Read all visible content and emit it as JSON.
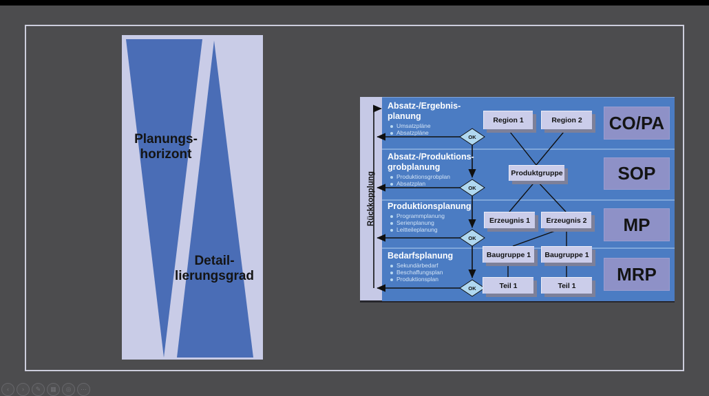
{
  "slide": {
    "funnel": {
      "planning_horizon_label": "Planungs-\nhorizont",
      "detail_level_label": "Detail-\nlierungsgrad"
    },
    "flowchart": {
      "feedback_label": "Rückkopplung",
      "ok_label": "OK",
      "sections": [
        {
          "title": "Absatz-/Ergebnis-\nplanung",
          "bullets": [
            "Umsatzpläne",
            "Absatzpläne"
          ],
          "system": "CO/PA"
        },
        {
          "title": "Absatz-/Produktions-\ngrobplanung",
          "bullets": [
            "Produktionsgrobplan",
            "Absatzplan"
          ],
          "system": "SOP"
        },
        {
          "title": "Produktionsplanung",
          "bullets": [
            "Programmplanung",
            "Serienplanung",
            "Leitteileplanung"
          ],
          "system": "MP"
        },
        {
          "title": "Bedarfsplanung",
          "bullets": [
            "Sekundärbedarf",
            "Beschaffungsplan",
            "Produktionsplan"
          ],
          "system": "MRP"
        }
      ],
      "nodes": {
        "region1": "Region 1",
        "region2": "Region 2",
        "produktgruppe": "Produktgruppe",
        "erzeugnis1": "Erzeugnis 1",
        "erzeugnis2": "Erzeugnis 2",
        "baugruppe1_left": "Baugruppe 1",
        "baugruppe1_right": "Baugruppe 1",
        "teil1_left": "Teil 1",
        "teil1_right": "Teil 1"
      }
    },
    "colors": {
      "flowchart_blue": "#4b7cc3",
      "panel_lavender": "#c9cce7",
      "triangle_blue": "#4a6db6",
      "system_box_purple": "#8e91c7",
      "ok_diamond_blue": "#b0d8f0"
    }
  },
  "toolbar": {
    "icons": [
      {
        "name": "previous-slide",
        "glyph": "‹"
      },
      {
        "name": "next-slide",
        "glyph": "›"
      },
      {
        "name": "pen",
        "glyph": "✎"
      },
      {
        "name": "all-slides",
        "glyph": "▦"
      },
      {
        "name": "zoom",
        "glyph": "◎"
      },
      {
        "name": "more",
        "glyph": "⋯"
      }
    ]
  }
}
